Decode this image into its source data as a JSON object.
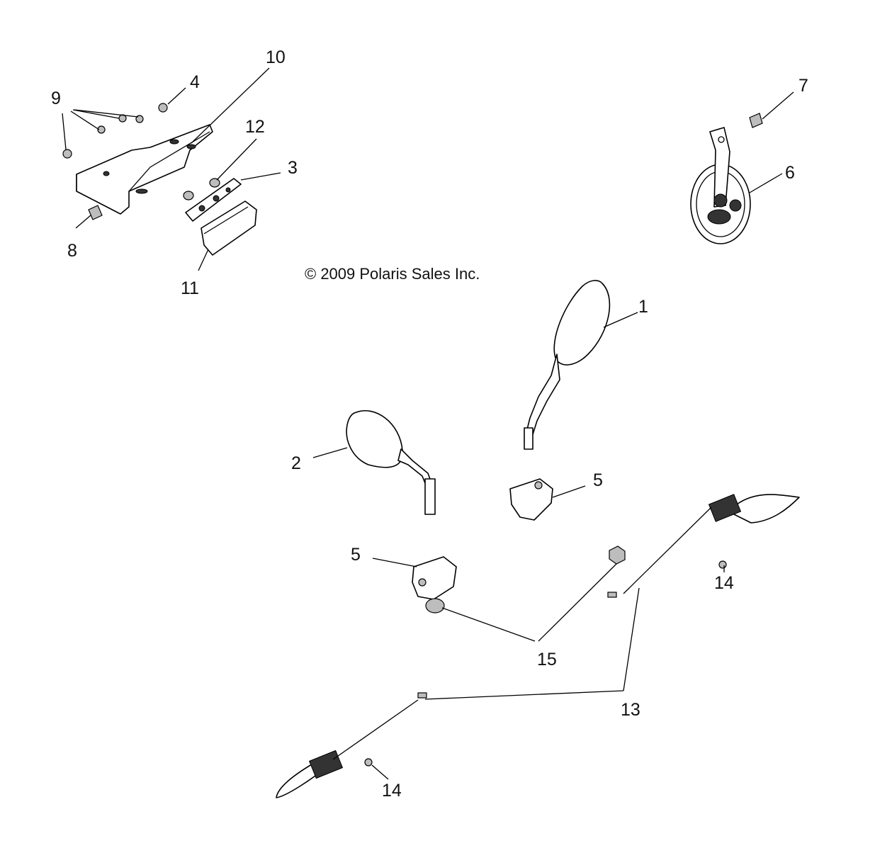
{
  "copyright": "© 2009 Polaris Sales Inc.",
  "callouts": {
    "c1": "1",
    "c2": "2",
    "c3": "3",
    "c4": "4",
    "c5a": "5",
    "c5b": "5",
    "c6": "6",
    "c7": "7",
    "c8": "8",
    "c9": "9",
    "c10": "10",
    "c11": "11",
    "c12": "12",
    "c13": "13",
    "c14a": "14",
    "c14b": "14",
    "c15": "15"
  }
}
